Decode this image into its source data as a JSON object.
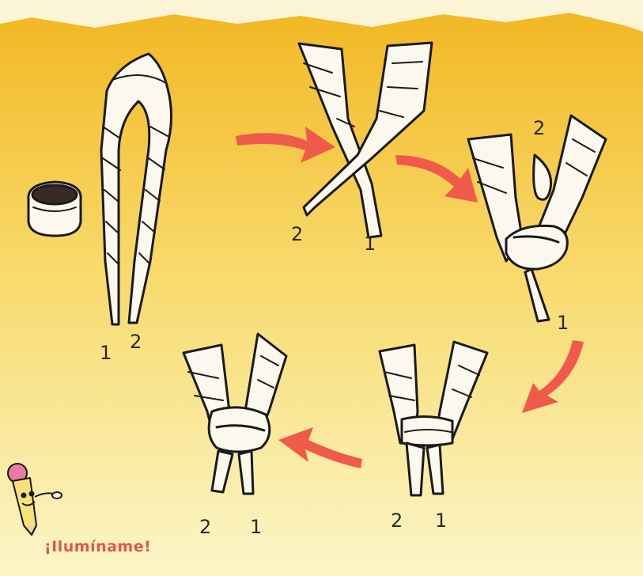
{
  "colors": {
    "background_top": "#f2b824",
    "background_bottom": "#fbf6c8",
    "arrow": "#ef5a4a",
    "strand_fill": "#fbf8ee",
    "outline": "#1a1a1a",
    "brand": "#e0574a"
  },
  "steps": [
    {
      "labels": {
        "left": "1",
        "right": "2"
      }
    },
    {
      "labels": {
        "left": "2",
        "right": "1"
      }
    },
    {
      "labels": {
        "top": "2",
        "bottom": "1"
      }
    },
    {
      "labels": {
        "left": "2",
        "right": "1"
      }
    },
    {
      "labels": {
        "left": "2",
        "right": "1"
      }
    }
  ],
  "arrows": [
    "arrow-right",
    "arrow-down-right",
    "arrow-down-left",
    "arrow-left"
  ],
  "icons": [
    "ring-icon",
    "pencil-mascot-icon"
  ],
  "brand": {
    "text": "¡Ilumíname!"
  }
}
